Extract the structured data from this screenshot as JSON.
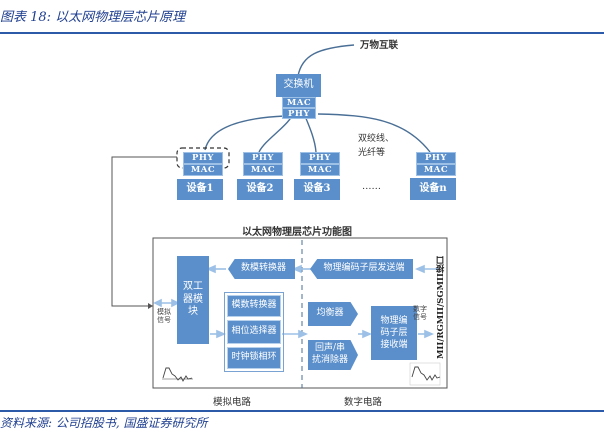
{
  "header": {
    "title": "图表 18:  以太网物理层芯片原理"
  },
  "footer": {
    "source": "资料来源:  公司招股书,  国盛证券研究所"
  },
  "network": {
    "internet_label": "万物互联",
    "switch": {
      "label": "交换机",
      "mac": "MAC",
      "phy": "PHY"
    },
    "medium_label": "双绞线、\n光纤等",
    "ellipsis": "……",
    "devices": [
      {
        "name": "设备1",
        "phy": "PHY",
        "mac": "MAC",
        "highlighted": true
      },
      {
        "name": "设备2",
        "phy": "PHY",
        "mac": "MAC"
      },
      {
        "name": "设备3",
        "phy": "PHY",
        "mac": "MAC"
      },
      {
        "name": "设备n",
        "phy": "PHY",
        "mac": "MAC"
      }
    ]
  },
  "chip": {
    "title": "以太网物理层芯片功能图",
    "duplexer": "双工\n器模\n块",
    "analog_signal": "模拟\n信号",
    "digital_signal": "数字\n信号",
    "dac": "数模转换器",
    "pcs_tx": "物理编码子层发送端",
    "adc": "模数转换器",
    "phase_selector": "相位选择器",
    "pll": "时钟锁相环",
    "equalizer": "均衡器",
    "echo_canceller": "回声/串\n扰消除器",
    "pcs_rx": "物理编\n码子层\n接收端",
    "interface": "MII/RGMII/SGMII接口",
    "analog_section": "模拟电路",
    "digital_section": "数字电路"
  },
  "colors": {
    "block": "#5b8fcb",
    "accent": "#2c5aa8",
    "line": "#4a6f96",
    "arrow": "#9cc0e6"
  }
}
